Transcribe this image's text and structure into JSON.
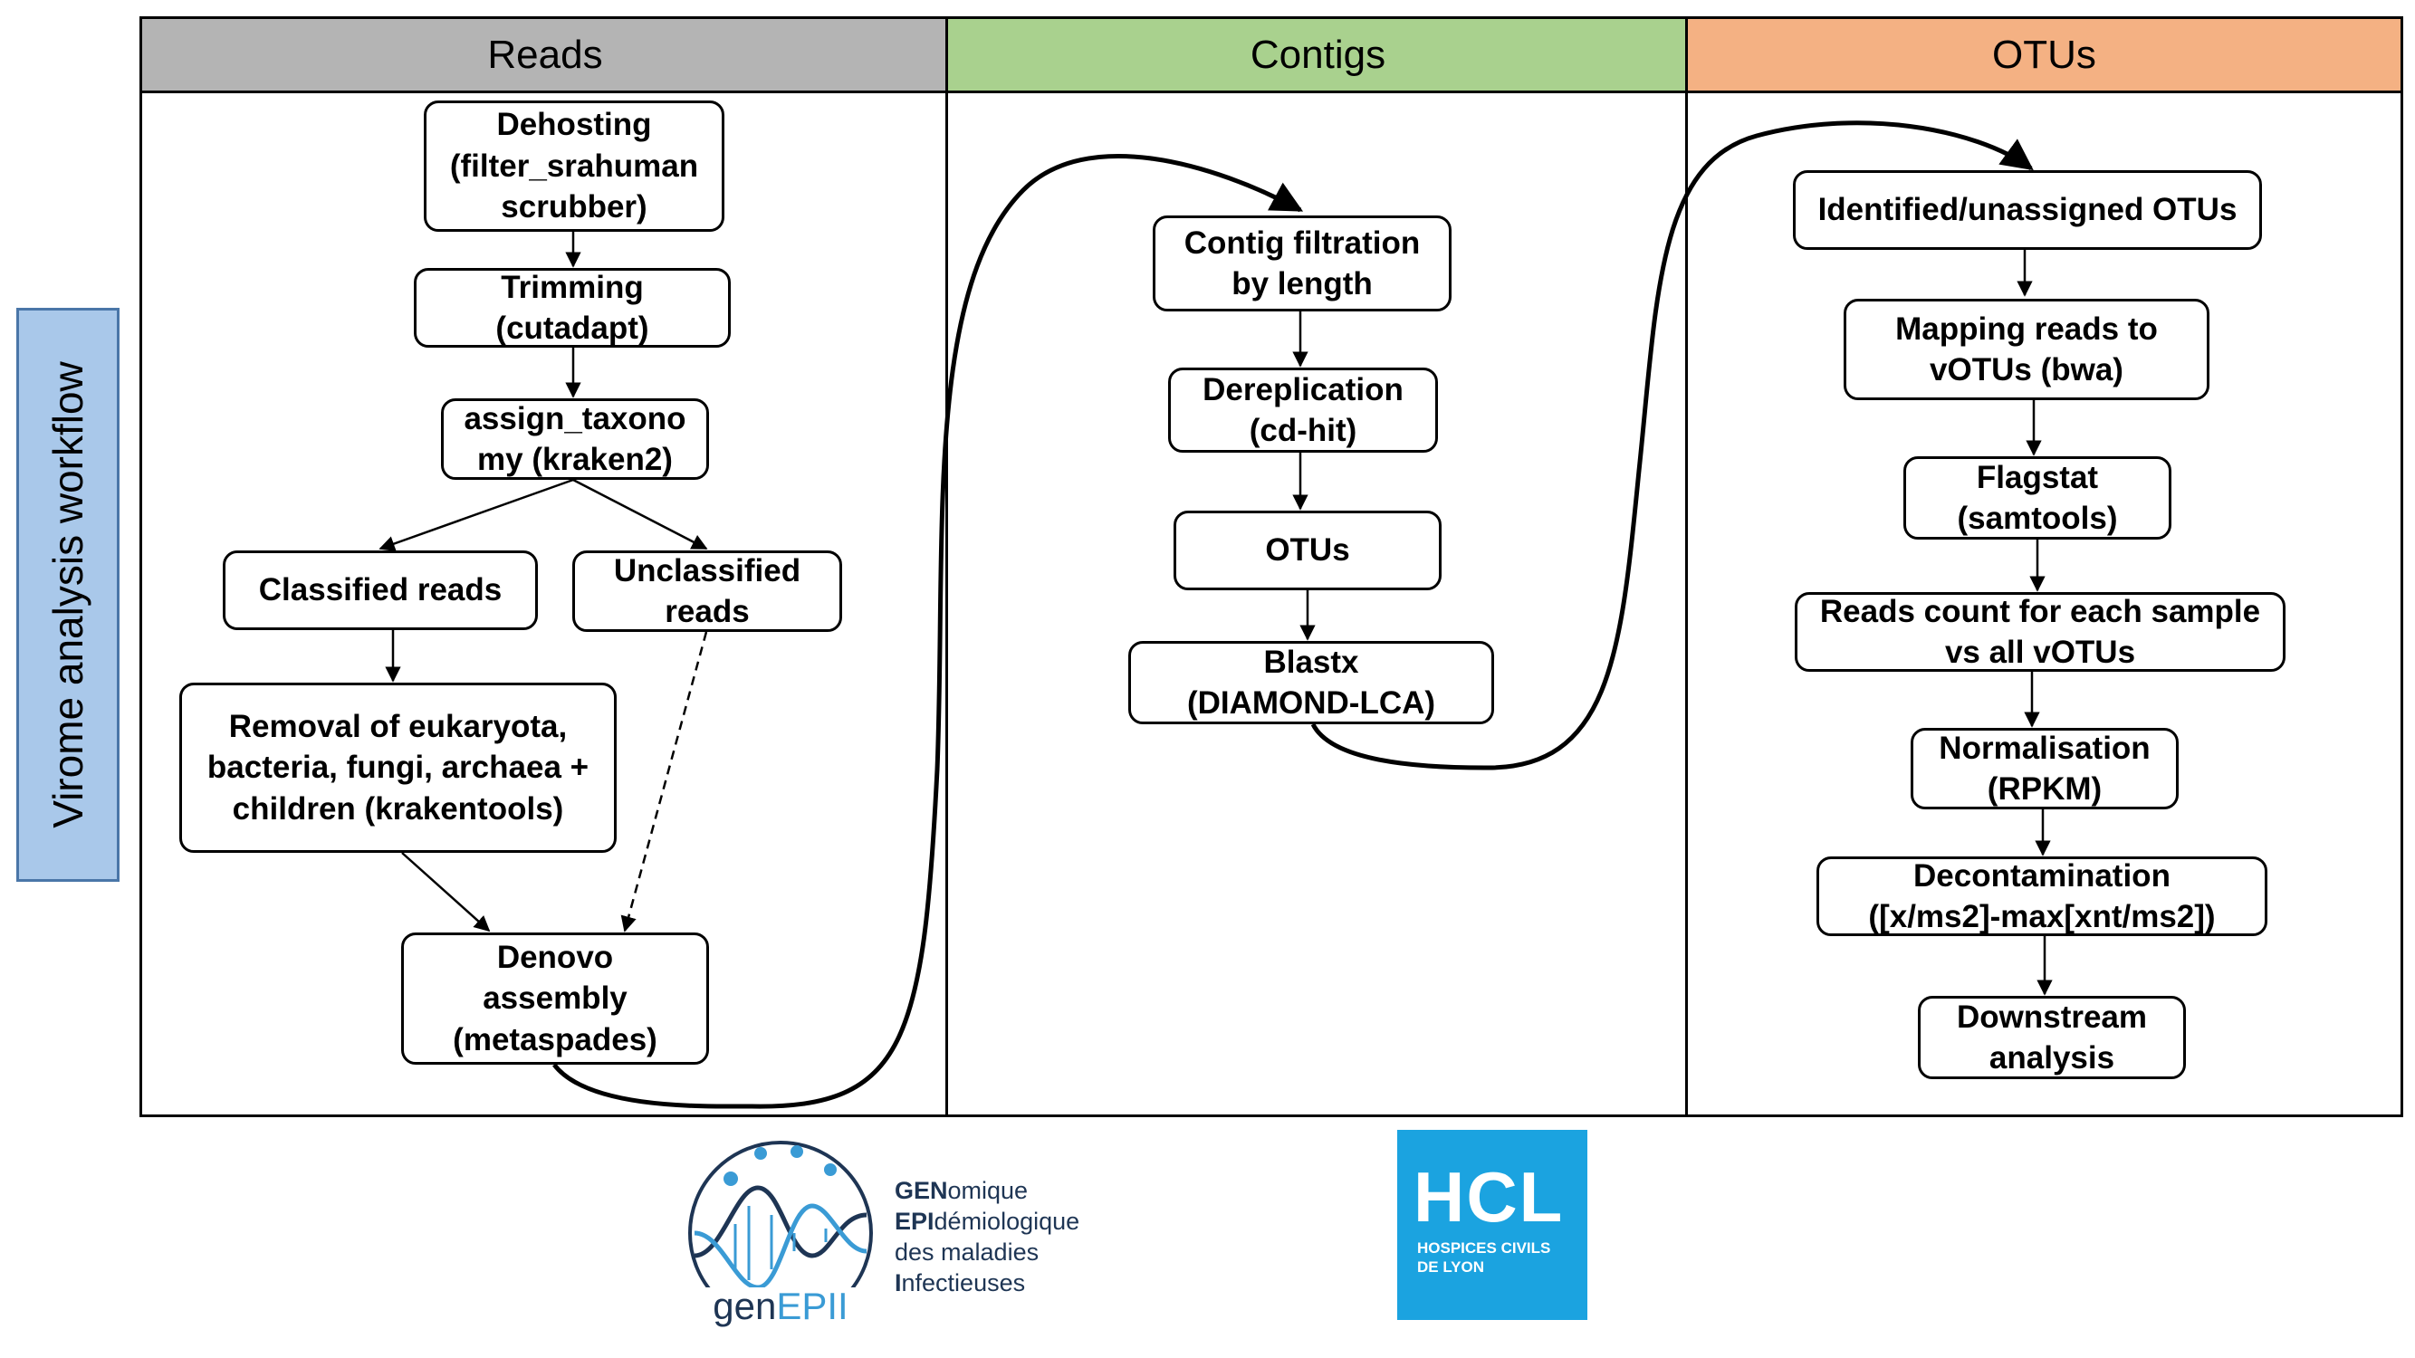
{
  "side_label": "Virome analysis workflow",
  "columns": [
    {
      "title": "Reads",
      "color": "#b4b4b4"
    },
    {
      "title": "Contigs",
      "color": "#a9d18e"
    },
    {
      "title": "OTUs",
      "color": "#f4b183"
    }
  ],
  "reads": {
    "dehosting": "Dehosting\n(filter_srahuman\nscrubber)",
    "trimming": "Trimming\n(cutadapt)",
    "assign": "assign_taxono\nmy (kraken2)",
    "classified": "Classified reads",
    "unclassified": "Unclassified\nreads",
    "removal": "Removal of eukaryota,\nbacteria, fungi, archaea +\nchildren (krakentools)",
    "denovo": "Denovo\nassembly\n(metaspades)"
  },
  "contigs": {
    "filtration": "Contig filtration\nby length",
    "dereplication": "Dereplication\n(cd-hit)",
    "otus": "OTUs",
    "blastx": "Blastx\n(DIAMOND-LCA)"
  },
  "otus": {
    "identified": "Identified/unassigned OTUs",
    "mapping": "Mapping reads to\nvOTUs (bwa)",
    "flagstat": "Flagstat\n(samtools)",
    "reads_count": "Reads count for each sample\nvs all vOTUs",
    "normalisation": "Normalisation\n(RPKM)",
    "decontamination": "Decontamination\n([x/ms2]-max[xnt/ms2])",
    "downstream": "Downstream\nanalysis"
  },
  "logos": {
    "genepii": {
      "name_gen": "gen",
      "name_epii": "EPII",
      "line1_bold": "GEN",
      "line1_rest": "omique",
      "line2_bold": "EPI",
      "line2_rest": "démiologique",
      "line3": "des maladies",
      "line4_bold": "I",
      "line4_rest": "nfectieuses"
    },
    "hcl": {
      "abbr": "HCL",
      "line1": "HOSPICES CIVILS",
      "line2": "DE LYON",
      "color": "#1ba3e0"
    }
  }
}
